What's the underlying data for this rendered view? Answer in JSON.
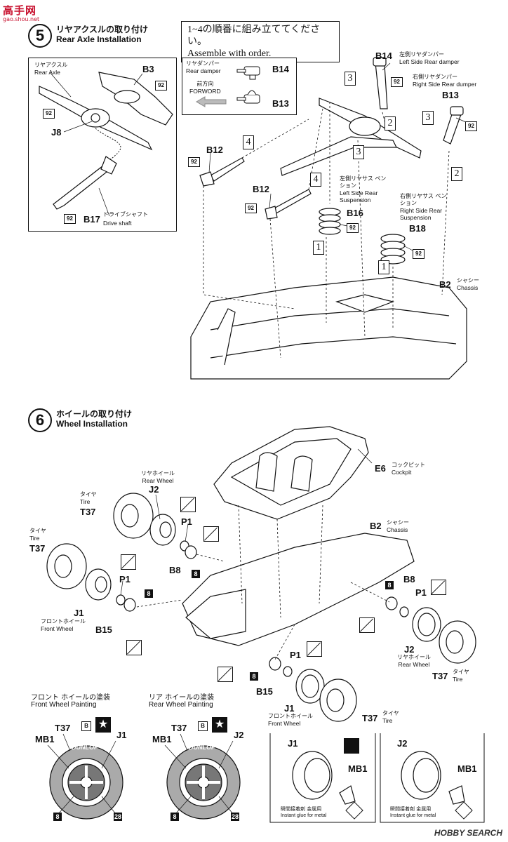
{
  "watermark": {
    "title": "高手网",
    "url": "gao.shou.net"
  },
  "note": {
    "jp": "1~4の順番に組み立ててください。",
    "en": "Assemble with order."
  },
  "step5": {
    "number": "5",
    "title_jp": "リヤアクスルの取り付け",
    "title_en": "Rear Axle Installation",
    "inset": {
      "rear_axle_jp": "リヤアクスル",
      "rear_axle_en": "Rear Axle",
      "b3": "B3",
      "j8": "J8",
      "b17": "B17",
      "drive_jp": "ドライブシャフト",
      "drive_en": "Drive shaft"
    },
    "legend": {
      "damper_jp": "リヤダンパー",
      "damper_en": "Rear damper",
      "forward_jp": "前方向",
      "forward_en": "FORWORD",
      "b14": "B14",
      "b13": "B13"
    },
    "b14": "B14",
    "left_damper_jp": "左側リヤダンパー",
    "left_damper_en": "Left Side Rear damper",
    "b13": "B13",
    "right_damper_jp": "右側リヤダンパー",
    "right_damper_en": "Right Side Rear dumper",
    "b12": "B12",
    "b16": "B16",
    "left_susp_jp": "左側リヤサス ペンション",
    "left_susp_en": "Left Side Rear Suspension",
    "b18": "B18",
    "right_susp_jp": "右側リヤサス ペンション",
    "right_susp_en": "Right Side Rear Suspension",
    "b2": "B2",
    "chassis_jp": "シャシー",
    "chassis_en": "Chassis",
    "seq": [
      "1",
      "2",
      "3",
      "4"
    ],
    "paint": "92"
  },
  "step6": {
    "number": "6",
    "title_jp": "ホイールの取り付け",
    "title_en": "Wheel Installation",
    "e6": "E6",
    "cockpit_jp": "コックピット",
    "cockpit_en": "Cockpit",
    "b2": "B2",
    "chassis_jp": "シャシー",
    "chassis_en": "Chassis",
    "rear_wheel_jp": "リヤホイール",
    "rear_wheel_en": "Rear Wheel",
    "front_wheel_jp": "フロントホイール",
    "front_wheel_en": "Front Wheel",
    "tire_jp": "タイヤ",
    "tire_en": "Tire",
    "j1": "J1",
    "j2": "J2",
    "t37": "T37",
    "p1": "P1",
    "b8": "B8",
    "b15": "B15",
    "paint8": "8"
  },
  "painting": {
    "front_title_jp": "フロント ホイールの塗装",
    "front_title_en": "Front Wheel Painting",
    "rear_title_jp": "リア ホイールの塗装",
    "rear_title_en": "Rear Wheel Painting",
    "t37": "T37",
    "mb1": "MB1",
    "j1": "J1",
    "j2": "J2",
    "b": "B",
    "brand": "DUNLOP",
    "c8": "8",
    "c28": "28",
    "glue_jp": "瞬間接着剤 金属用",
    "glue_en": "Instant glue for metal"
  },
  "footer": "HOBBY SEARCH"
}
